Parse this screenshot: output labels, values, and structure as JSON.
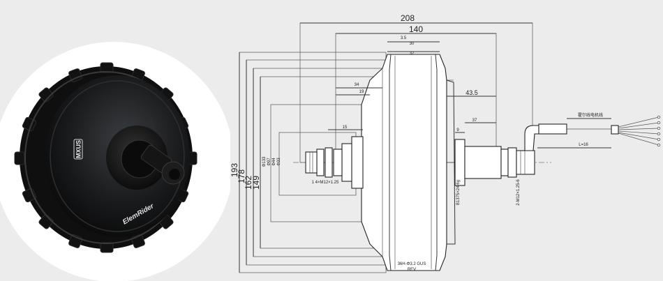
{
  "photo": {
    "brand_text": "MXUS",
    "logo_text": "ElemRider"
  },
  "drawing": {
    "top_dims": [
      "208",
      "140",
      "3.5",
      "30",
      "32"
    ],
    "upper_dims": [
      "34",
      "19",
      "43.5",
      "37"
    ],
    "mid_dims": [
      "15",
      "9"
    ],
    "left_dims": [
      "193",
      "178",
      "162",
      "149"
    ],
    "inner_diameters": [
      "Φ133",
      "Φ97",
      "Φ44",
      "Φ33"
    ],
    "cable_length": "L=16",
    "cable_note": "霍尔线电机线",
    "bottom_label": "36H-Φ3.2 GUS",
    "bottom_sub": "REV",
    "thread_left": "1 4×M12×1.25",
    "thread_right1": "B1375×24-6g",
    "thread_right2": "2-M12×1.25-6"
  }
}
